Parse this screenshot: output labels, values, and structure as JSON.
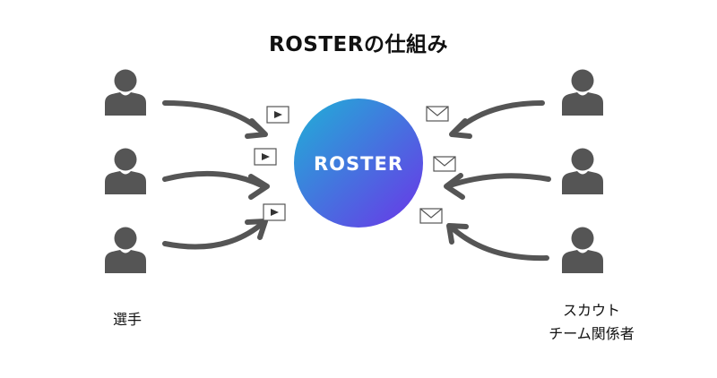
{
  "title": "ROSTERの仕組み",
  "center": {
    "label": "ROSTER",
    "gradient": [
      "#1fa9d9",
      "#6a3de6"
    ]
  },
  "players": {
    "label": "選手",
    "count": 3,
    "icon": "person-icon",
    "item_icon": "video-play-icon"
  },
  "scouts": {
    "label_line1": "スカウト",
    "label_line2": "チーム関係者",
    "count": 3,
    "icon": "person-icon",
    "item_icon": "envelope-icon"
  },
  "colors": {
    "person": "#555555",
    "arrow": "#555555",
    "text": "#111111"
  }
}
